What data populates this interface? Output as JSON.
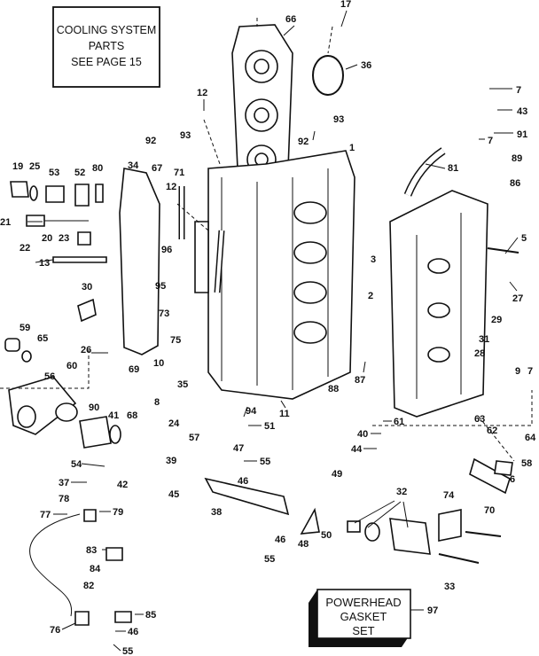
{
  "note_box": {
    "lines": [
      "COOLING SYSTEM",
      "PARTS",
      "SEE PAGE 15"
    ]
  },
  "gasket_box": {
    "lines": [
      "POWERHEAD",
      "GASKET",
      "SET"
    ],
    "ref": "97"
  },
  "callouts": [
    "17",
    "66",
    "36",
    "7",
    "43",
    "12",
    "93",
    "92",
    "93",
    "92",
    "1",
    "91",
    "7",
    "89",
    "81",
    "86",
    "19",
    "25",
    "53",
    "52",
    "80",
    "34",
    "67",
    "71",
    "12",
    "21",
    "20",
    "22",
    "23",
    "96",
    "5",
    "13",
    "3",
    "30",
    "2",
    "27",
    "95",
    "73",
    "75",
    "59",
    "65",
    "26",
    "29",
    "31",
    "10",
    "60",
    "69",
    "35",
    "87",
    "88",
    "28",
    "9",
    "7",
    "56",
    "8",
    "94",
    "11",
    "90",
    "41",
    "68",
    "24",
    "51",
    "57",
    "47",
    "61",
    "40",
    "44",
    "63",
    "62",
    "64",
    "39",
    "55",
    "49",
    "58",
    "6",
    "54",
    "42",
    "37",
    "46",
    "45",
    "38",
    "32",
    "74",
    "70",
    "78",
    "77",
    "79",
    "83",
    "84",
    "82",
    "48",
    "50",
    "46",
    "55",
    "33",
    "85",
    "76",
    "46",
    "55"
  ]
}
